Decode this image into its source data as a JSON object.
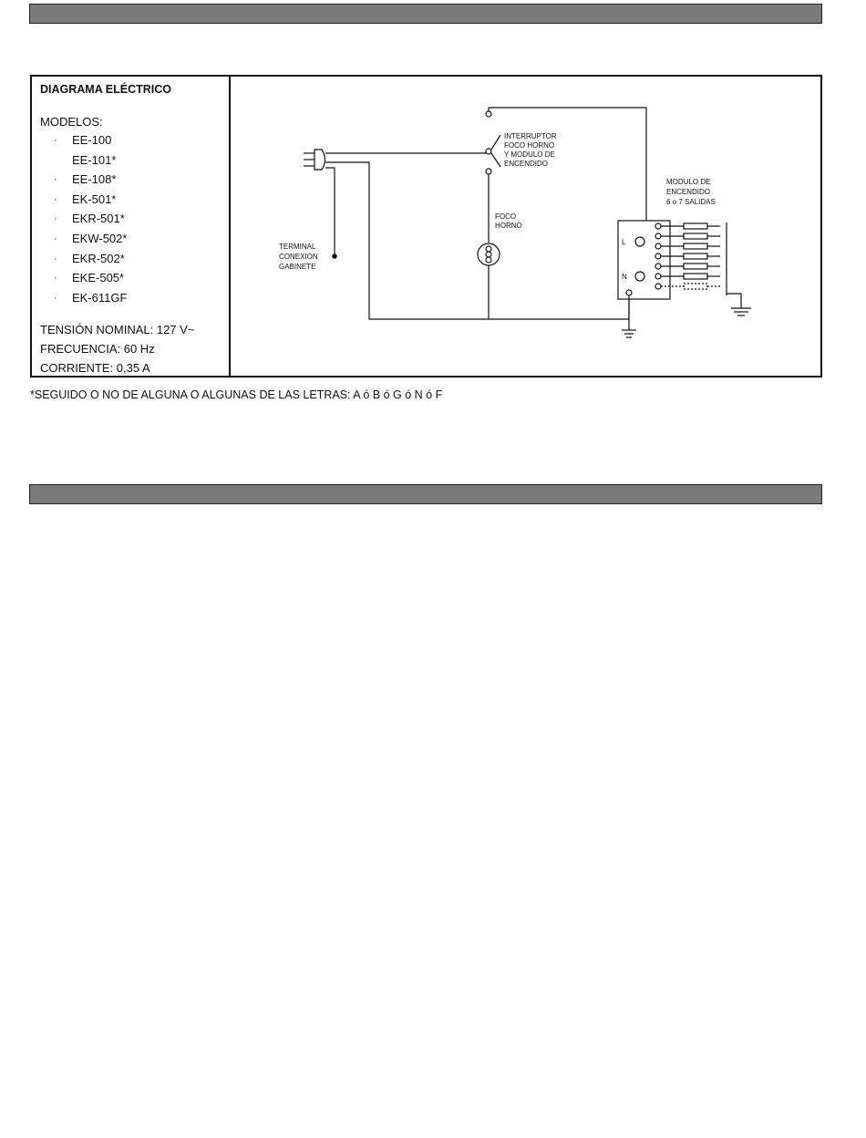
{
  "diagram": {
    "title": "DIAGRAMA ELÉCTRICO",
    "models_label": "MODELOS:",
    "models": [
      {
        "bullet": "·",
        "label": "EE-100"
      },
      {
        "bullet": "",
        "label": "EE-101*"
      },
      {
        "bullet": "·",
        "label": "EE-108*"
      },
      {
        "bullet": "·",
        "label": "EK-501*"
      },
      {
        "bullet": "·",
        "label": "EKR-501*"
      },
      {
        "bullet": "·",
        "label": "EKW-502*"
      },
      {
        "bullet": "·",
        "label": "EKR-502*"
      },
      {
        "bullet": "·",
        "label": "EKE-505*"
      },
      {
        "bullet": "·",
        "label": "EK-611GF"
      }
    ],
    "specs": {
      "voltage": "TENSIÓN NOMINAL: 127 V~",
      "frequency": "FRECUENCIA: 60 Hz",
      "current": "CORRIENTE: 0,35 A"
    },
    "schematic_labels": {
      "switch": [
        "INTERRUPTOR",
        "FOCO HORNO",
        "Y MODULO DE",
        "ENCENDIDO"
      ],
      "lamp": [
        "FOCO",
        "HORNO"
      ],
      "terminal": [
        "TERMINAL",
        "CONEXION",
        "GABINETE"
      ],
      "module": [
        "MODULO DE",
        "ENCENDIDO",
        "6 o 7 SALIDAS"
      ],
      "line_terminal": "L",
      "neutral_terminal": "N"
    }
  },
  "footnote": "*SEGUIDO O NO DE ALGUNA O ALGUNAS DE LAS LETRAS: A ó B ó G ó N ó F"
}
